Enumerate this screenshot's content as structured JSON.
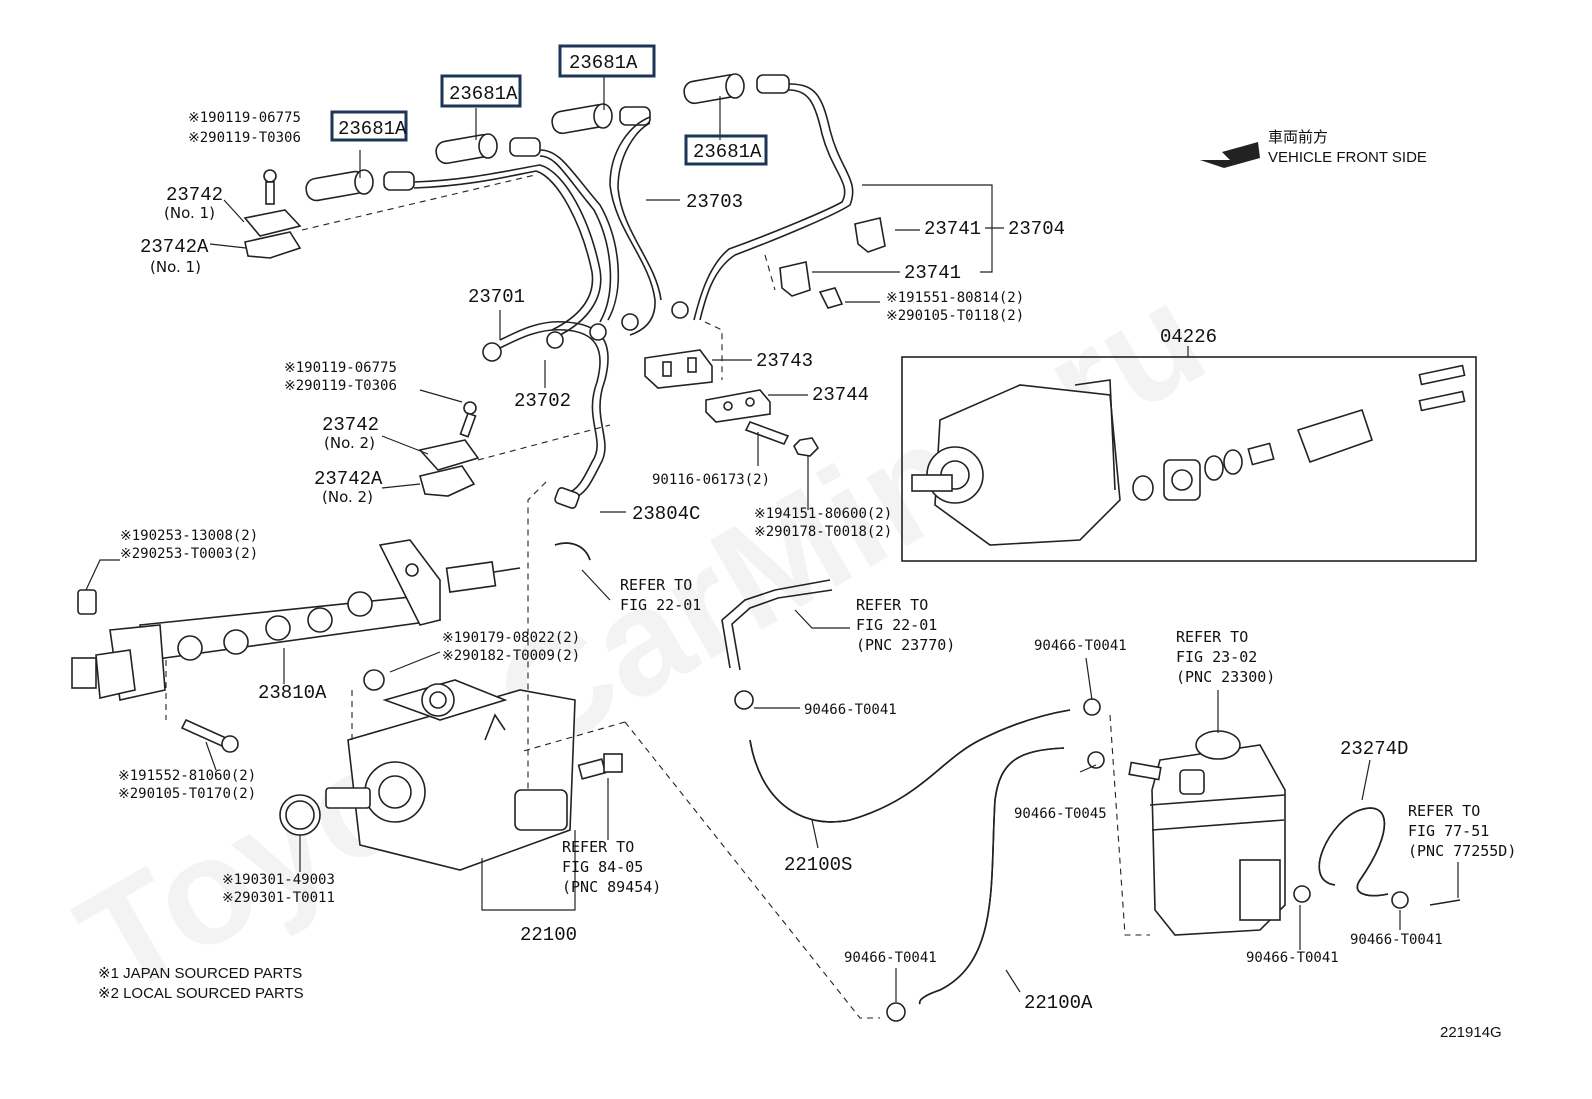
{
  "watermark": "ToyotaCarMine.ru",
  "vehicle_front": {
    "jp": "車両前方",
    "en": "VEHICLE FRONT SIDE"
  },
  "highlighted_part": "23681A",
  "labels": {
    "p23681A": "23681A",
    "p23703": "23703",
    "p23741a": "23741",
    "p23741b": "23741",
    "p23704": "23704",
    "p23742_1": "23742",
    "no1a": "(No. 1)",
    "p23742A_1": "23742A",
    "no1b": "(No. 1)",
    "p23701": "23701",
    "p23702": "23702",
    "p23743": "23743",
    "p23744": "23744",
    "p23742_2": "23742",
    "no2a": "(No. 2)",
    "p23742A_2": "23742A",
    "no2b": "(No. 2)",
    "p04226": "04226",
    "p23804C": "23804C",
    "p23810A": "23810A",
    "p22100": "22100",
    "p22100S": "22100S",
    "p22100A": "22100A",
    "p23274D": "23274D",
    "diagram_id": "221914G"
  },
  "part_numbers": {
    "bolt_a1": "※190119-06775",
    "bolt_a2": "※290119-T0306",
    "bolt_b1": "※190119-06775",
    "bolt_b2": "※290119-T0306",
    "bolt_c1": "※191551-80814(2)",
    "bolt_c2": "※290105-T0118(2)",
    "v90116": "90116-06173(2)",
    "nut1": "※194151-80600(2)",
    "nut2": "※290178-T0018(2)",
    "cap1": "※190253-13008(2)",
    "cap2": "※290253-T0003(2)",
    "gasket1": "※190179-08022(2)",
    "gasket2": "※290182-T0009(2)",
    "bolt_d1": "※191552-81060(2)",
    "bolt_d2": "※290105-T0170(2)",
    "oring1": "※190301-49003",
    "oring2": "※290301-T0011",
    "clip1": "90466-T0041",
    "clip2": "90466-T0041",
    "clip3": "90466-T0045",
    "clip4": "90466-T0041",
    "clip5": "90466-T0041",
    "clip6": "90466-T0041"
  },
  "refs": {
    "r1": [
      "REFER TO",
      "FIG 22-01"
    ],
    "r2": [
      "REFER TO",
      "FIG 22-01",
      "(PNC 23770)"
    ],
    "r3": [
      "REFER TO",
      "FIG 23-02",
      "(PNC 23300)"
    ],
    "r4": [
      "REFER TO",
      "FIG 84-05",
      "(PNC 89454)"
    ],
    "r5": [
      "REFER TO",
      "FIG 77-51",
      "(PNC 77255D)"
    ]
  },
  "notes": [
    "※1 JAPAN SOURCED PARTS",
    "※2 LOCAL SOURCED PARTS"
  ]
}
